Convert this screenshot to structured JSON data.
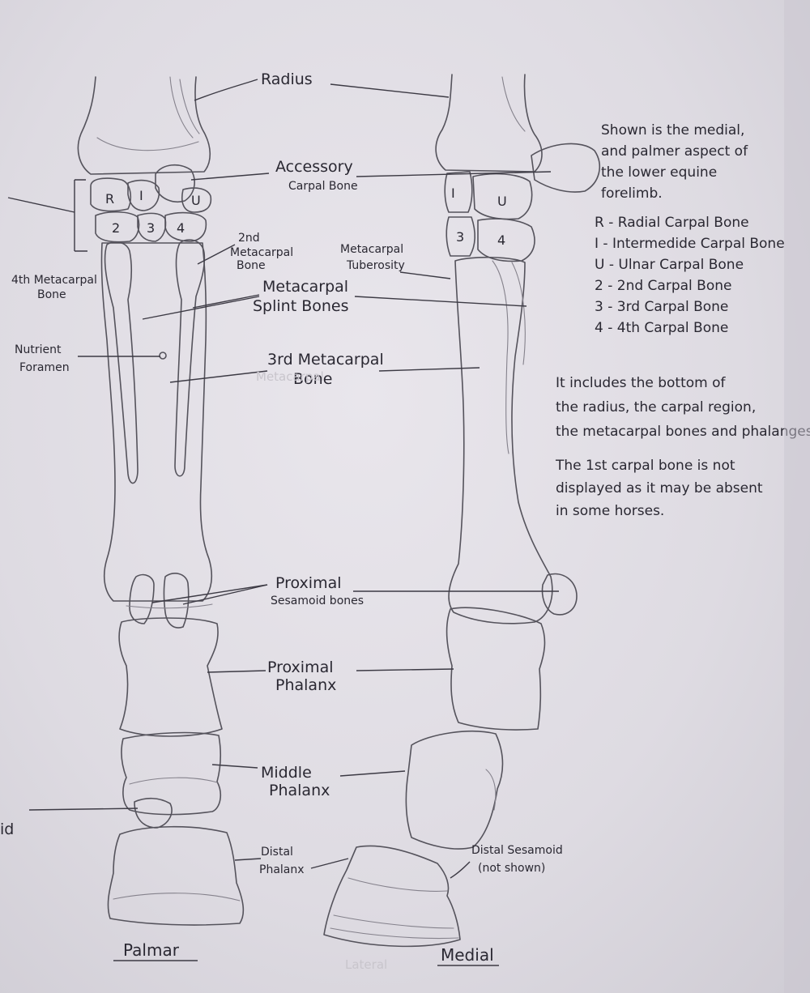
{
  "labels": {
    "radius": "Radius",
    "accessory_1": "Accessory",
    "accessory_2": "Carpal Bone",
    "second_metacarpal_1": "2nd",
    "second_metacarpal_2": "Metacarpal",
    "second_metacarpal_3": "Bone",
    "fourth_metacarpal_1": "4th Metacarpal",
    "fourth_metacarpal_2": "Bone",
    "metacarpal_tuberosity_1": "Metacarpal",
    "metacarpal_tuberosity_2": "Tuberosity",
    "splint_1": "Metacarpal",
    "splint_2": "Splint Bones",
    "nutrient_1": "Nutrient",
    "nutrient_2": "Foramen",
    "third_metacarpal_1": "3rd Metacarpal",
    "third_metacarpal_2": "Bone",
    "proximal_sesamoid_1": "Proximal",
    "proximal_sesamoid_2": "Sesamoid bones",
    "proximal_phalanx_1": "Proximal",
    "proximal_phalanx_2": "Phalanx",
    "middle_phalanx_1": "Middle",
    "middle_phalanx_2": "Phalanx",
    "distal_phalanx_1": "Distal",
    "distal_phalanx_2": "Phalanx",
    "distal_sesamoid_1": "Distal Sesamoid",
    "distal_sesamoid_2": "(not shown)",
    "cut_off_left": "id"
  },
  "bone_marks": {
    "palmar": {
      "R": "R",
      "I": "I",
      "U": "U",
      "c2": "2",
      "c3": "3",
      "c4": "4"
    },
    "medial": {
      "I": "I",
      "U": "U",
      "c3": "3",
      "c4": "4"
    }
  },
  "views": {
    "palmar": "Palmar",
    "medial": "Medial",
    "erased_lateral": "Lateral",
    "erased_metacarpal": "Metacarpal"
  },
  "notes": {
    "intro": [
      "Shown is the medial,",
      "and palmer aspect of",
      "the lower equine",
      "forelimb."
    ],
    "key": [
      "R - Radial Carpal Bone",
      "I - Intermedide Carpal Bone",
      "U - Ulnar Carpal Bone",
      "2 - 2nd Carpal Bone",
      "3 - 3rd Carpal Bone",
      "4 - 4th Carpal Bone"
    ],
    "includes": [
      "It includes the bottom of",
      "the radius, the carpal region,",
      "the metacarpal bones and phalanges"
    ],
    "first_carpal": [
      "The 1st carpal bone is not",
      "displayed as it may be absent",
      "in some horses."
    ]
  }
}
